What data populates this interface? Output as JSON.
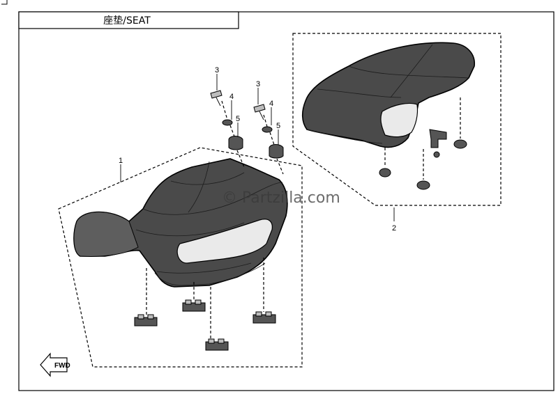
{
  "title": "座垫/SEAT",
  "watermark": "© Partzilla.com",
  "fwd_label": "FWD",
  "callouts": {
    "seat_front": "1",
    "seat_rear": "2",
    "bolt_a": "3",
    "washer_a": "4",
    "grommet_a": "5",
    "bolt_b": "3",
    "washer_b": "4",
    "grommet_b": "5"
  },
  "colors": {
    "ink": "#000000",
    "seat": "#4a4a4a",
    "highlight": "#eaeaea"
  },
  "icons": [
    "fwd-arrow-icon"
  ]
}
